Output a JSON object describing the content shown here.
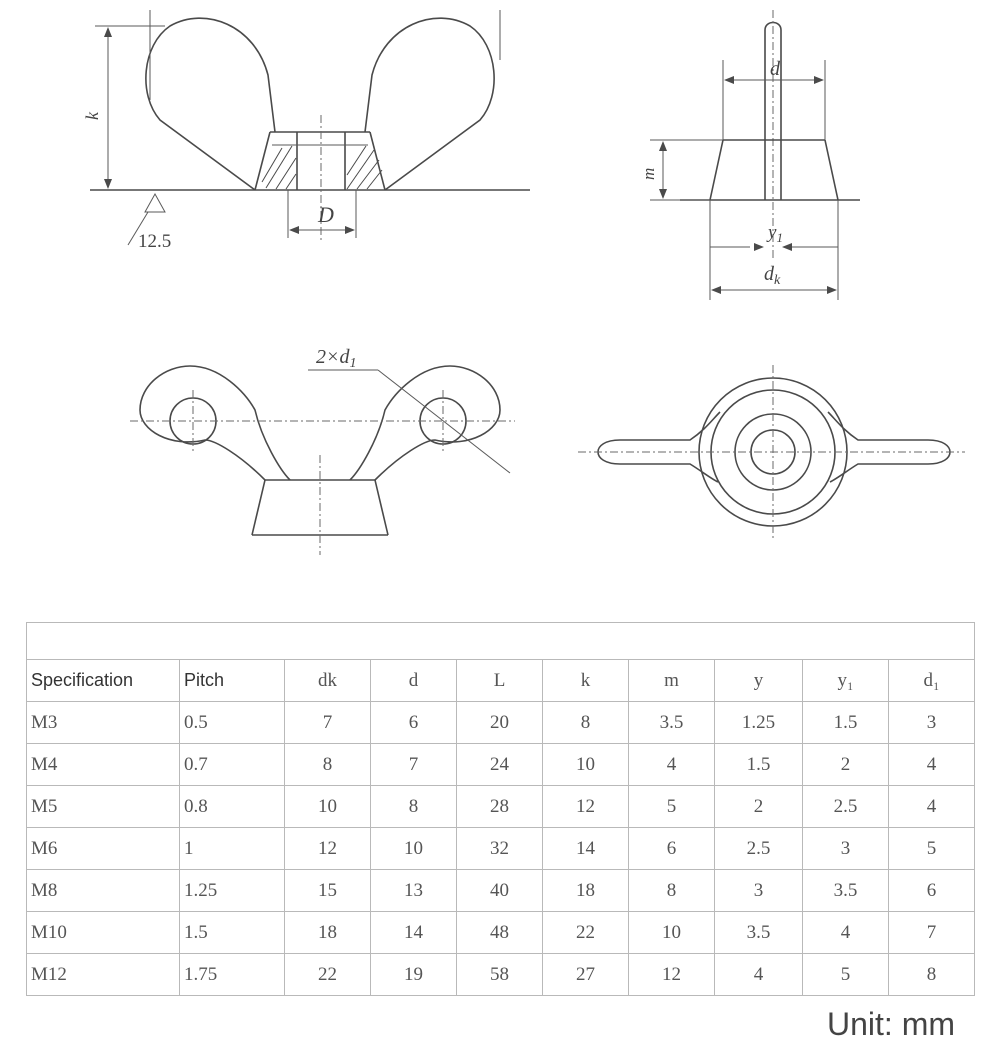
{
  "drawing_labels": {
    "k": "k",
    "D": "D",
    "roughness": "12.5",
    "d": "d",
    "m": "m",
    "y1": "y",
    "y1_sub": "1",
    "dk": "d",
    "dk_sub": "k",
    "hole_callout": "2×d",
    "hole_callout_sub": "1"
  },
  "table": {
    "headers": [
      "Specification",
      "Pitch",
      "dk",
      "d",
      "L",
      "k",
      "m",
      "y",
      "y₁",
      "d₁"
    ],
    "rows": [
      [
        "M3",
        "0.5",
        "7",
        "6",
        "20",
        "8",
        "3.5",
        "1.25",
        "1.5",
        "3"
      ],
      [
        "M4",
        "0.7",
        "8",
        "7",
        "24",
        "10",
        "4",
        "1.5",
        "2",
        "4"
      ],
      [
        "M5",
        "0.8",
        "10",
        "8",
        "28",
        "12",
        "5",
        "2",
        "2.5",
        "4"
      ],
      [
        "M6",
        "1",
        "12",
        "10",
        "32",
        "14",
        "6",
        "2.5",
        "3",
        "5"
      ],
      [
        "M8",
        "1.25",
        "15",
        "13",
        "40",
        "18",
        "8",
        "3",
        "3.5",
        "6"
      ],
      [
        "M10",
        "1.5",
        "18",
        "14",
        "48",
        "22",
        "10",
        "3.5",
        "4",
        "7"
      ],
      [
        "M12",
        "1.75",
        "22",
        "19",
        "58",
        "27",
        "12",
        "4",
        "5",
        "8"
      ]
    ]
  },
  "unit_note": "Unit: mm"
}
